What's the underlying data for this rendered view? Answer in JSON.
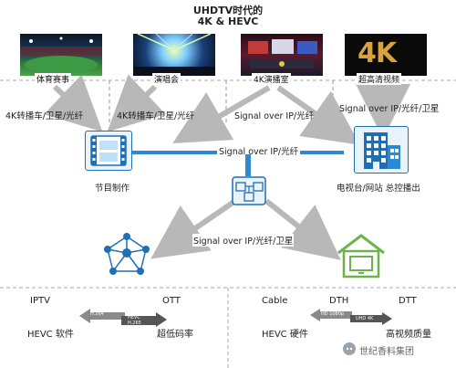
{
  "title": {
    "line1": "UHDTV时代的",
    "line2": "4K & HEVC"
  },
  "thumbnails": [
    {
      "caption": "体育赛事",
      "icon": "stadium-image"
    },
    {
      "caption": "演唱会",
      "icon": "concert-image"
    },
    {
      "caption": "4K演播室",
      "icon": "studio-image"
    },
    {
      "caption": "超高清视频",
      "icon": "4k-logo-image"
    }
  ],
  "logo_4k_text": "4K",
  "links": {
    "col1": "4K转播车/卫星/光纤",
    "col2": "4K转播车/卫星/光纤",
    "col3": "Signal over IP/光纤",
    "col4": "Signal over IP/光纤/卫星",
    "middle_bar": "Signal over IP/光纤",
    "lower": "Signal over IP/光纤/卫星"
  },
  "nodes": {
    "production": "节目制作",
    "broadcast": "电视台/网站 总控播出"
  },
  "bottom_left": {
    "iptv": "IPTV",
    "ott": "OTT",
    "codec_label": "HEVC 软件",
    "rate_label": "超低码率",
    "arrow_left": "H.264",
    "arrow_right_1": "HEVC",
    "arrow_right_2": "H.265"
  },
  "bottom_right": {
    "cable": "Cable",
    "dth": "DTH",
    "dtt": "DTT",
    "codec_label": "HEVC 硬件",
    "quality_label": "高视频质量",
    "arrow_left": "HD 1080p",
    "arrow_right": "UHD 4K"
  },
  "watermark": "世纪香料集团",
  "colors": {
    "accent": "#1f6fb5",
    "arrow": "#b8b8b8",
    "bar": "#2d8ad2",
    "house": "#6bb34a"
  }
}
